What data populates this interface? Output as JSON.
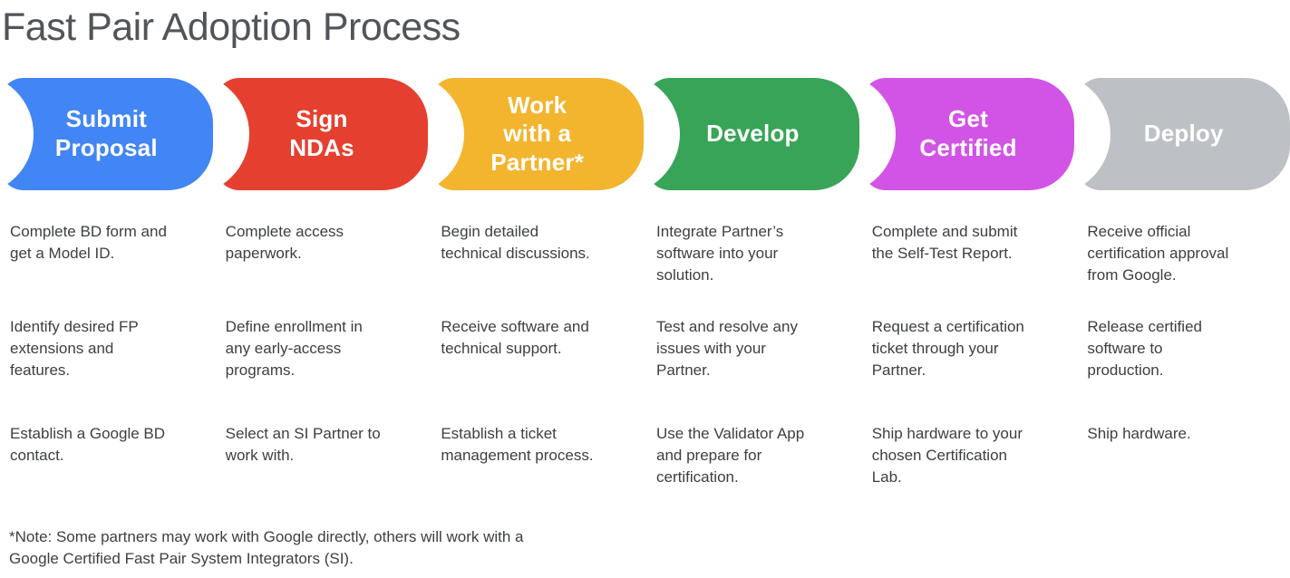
{
  "title": "Fast Pair Adoption Process",
  "stages": [
    {
      "label": "Submit\nProposal",
      "color": "#4285F4",
      "steps": [
        "Complete BD form and\nget a Model ID.",
        "Identify desired FP\nextensions and\nfeatures.",
        "Establish a Google BD\ncontact."
      ]
    },
    {
      "label": "Sign\nNDAs",
      "color": "#E5402F",
      "steps": [
        "Complete access\npaperwork.",
        "Define enrollment in\nany early-access\nprograms.",
        "Select an SI Partner to\nwork with."
      ]
    },
    {
      "label": "Work\nwith a\nPartner*",
      "color": "#F3B42E",
      "steps": [
        "Begin detailed\ntechnical discussions.",
        "Receive software and\ntechnical support.",
        "Establish a ticket\nmanagement process."
      ]
    },
    {
      "label": "Develop",
      "color": "#38A457",
      "steps": [
        "Integrate Partner’s\nsoftware into your\nsolution.",
        "Test and resolve any\nissues with your\nPartner.",
        "Use the Validator App\nand prepare for\ncertification."
      ]
    },
    {
      "label": "Get\nCertified",
      "color": "#D254E6",
      "steps": [
        "Complete and submit\nthe Self-Test Report.",
        "Request a certification\nticket through your\nPartner.",
        "Ship hardware to your\nchosen Certification\nLab."
      ]
    },
    {
      "label": "Deploy",
      "color": "#BDC1C6",
      "steps": [
        "Receive official\ncertification approval\nfrom Google.",
        "Release certified\nsoftware to\nproduction.",
        "Ship hardware."
      ]
    }
  ],
  "footnote": "*Note: Some partners may work with Google directly, others will work with a\nGoogle Certified Fast Pair System Integrators (SI)."
}
